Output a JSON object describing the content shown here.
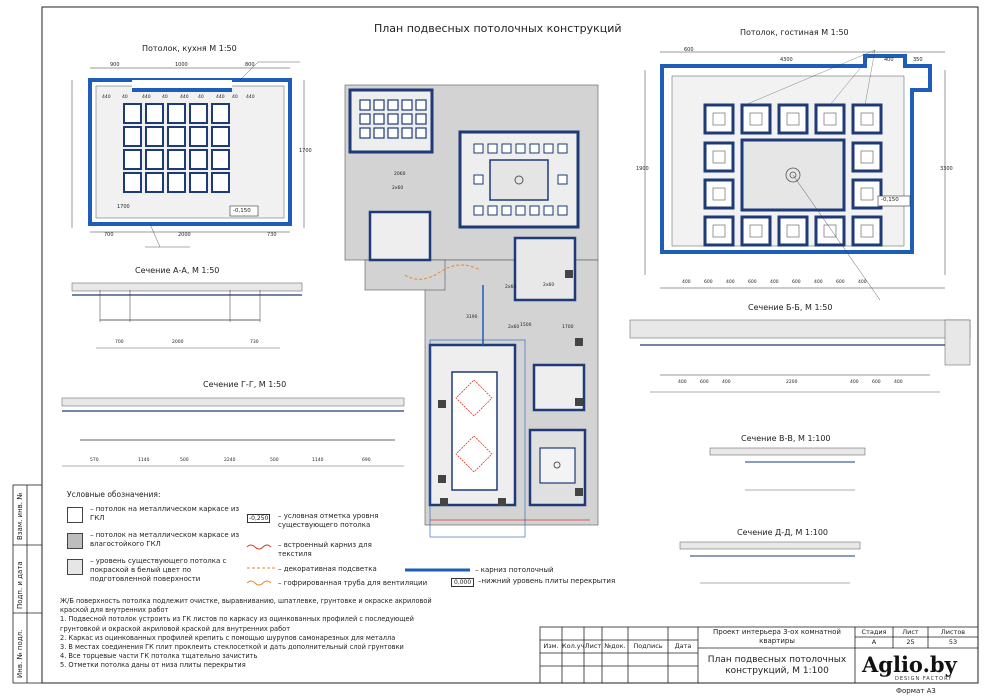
{
  "sheet": {
    "title": "План подвесных потолочных конструкций",
    "format": "Формат А3"
  },
  "views": {
    "kitchen": "Потолок, кухня М 1:50",
    "living": "Потолок, гостиная М 1:50",
    "section_aa": "Сечение А-А, М 1:50",
    "section_bb": "Сечение Б-Б, М 1:50",
    "section_gg": "Сечение Г-Г, М 1:50",
    "section_vv": "Сечение В-В, М 1:100",
    "section_dd": "Сечение Д-Д, М 1:100"
  },
  "dims": {
    "kitchen_top": [
      "900",
      "1000",
      "800"
    ],
    "kitchen_cells": [
      "440",
      "40",
      "440",
      "40",
      "440",
      "40",
      "440",
      "40",
      "440"
    ],
    "kitchen_bottom": [
      "700",
      "2000",
      "730"
    ],
    "kitchen_left": "1700",
    "kitchen_right": "1700",
    "living_top": [
      "600",
      "4300",
      "400",
      "350"
    ],
    "living_bottom": [
      "400",
      "600",
      "400",
      "600",
      "400",
      "600",
      "400",
      "600",
      "400"
    ],
    "living_right": "3300",
    "living_left": "1900",
    "sec_aa": [
      "700",
      "2000",
      "730"
    ],
    "sec_bb": [
      "400",
      "600",
      "400",
      "2200",
      "400",
      "600",
      "400"
    ],
    "sec_gg": [
      "570",
      "1140",
      "500",
      "2240",
      "500",
      "1140",
      "690"
    ]
  },
  "marks": {
    "kitchen_level": "-0,150",
    "living_level": "-0,150",
    "plan_h": [
      "2х60",
      "2х60",
      "2х60",
      "2х60"
    ],
    "plan_v": [
      "2060",
      "1700",
      "3190",
      "1500"
    ]
  },
  "legend": {
    "heading": "Условные обозначения:",
    "gkl": "– потолок на металлическом каркасе из ГКЛ",
    "gklv": "– потолок на металлическом каркасе из влагостойкого ГКЛ",
    "existing": "– уровень существующего потолка с покраской в белый цвет по подготовленной поверхности",
    "level_sample": "-0,250",
    "level_desc": "– условная отметка уровня существующего потолка",
    "cornice_built": "– встроенный карниз для текстиля",
    "led": "– декоративная подсветка",
    "pipe": "– гофрированная труба для вентиляции",
    "cornice": "– карниз потолочный",
    "slab_sample": "0,000",
    "slab": "–нижний уровень плиты перекрытия"
  },
  "notes": [
    "Ж/Б поверхность потолка подлежит очистке, выравниванию, шпатлевке, грунтовке и окраске акриловой",
    "краской для внутренних работ",
    "1. Подвесной потолок устроить из ГК листов по каркасу из оцинкованных профилей с последующей",
    "грунтовкой и окраской акриловой краской для внутренних работ",
    "2. Каркас из оцинкованных профилей крепить с помощью шурупов самонарезных для металла",
    "3. В местах соединения ГК плит проклеить стеклосеткой и дать дополнительный слой грунтовки",
    "4. Все торцевые части ГК потолка тщательно зачистить",
    "5. Отметки потолка даны от низа плиты перекрытия"
  ],
  "side_stamp": [
    "Взам. инв. №",
    "Подп. и дата",
    "Инв. № подл."
  ],
  "stamp": {
    "headers": [
      "Изм.",
      "Кол.уч",
      "Лист",
      "№док.",
      "Подпись",
      "Дата"
    ],
    "project": "Проект интерьера 3-ох комнатной квартиры",
    "drawing": "План подвесных потолочных конструкций, М 1:100",
    "stage_label": "Стадия",
    "sheet_label": "Лист",
    "sheets_label": "Листов",
    "stage": "А",
    "sheet": "25",
    "sheets": "53",
    "logo": "Aglio.by",
    "logo_sub": "DESIGN FACTORY"
  },
  "colors": {
    "blue": "#1d5fb8",
    "navy": "#1e3a78",
    "gkl": "#e7e7e7",
    "gklv": "#bdbdbd",
    "red": "#d63a2a",
    "orange": "#e58a2b"
  }
}
